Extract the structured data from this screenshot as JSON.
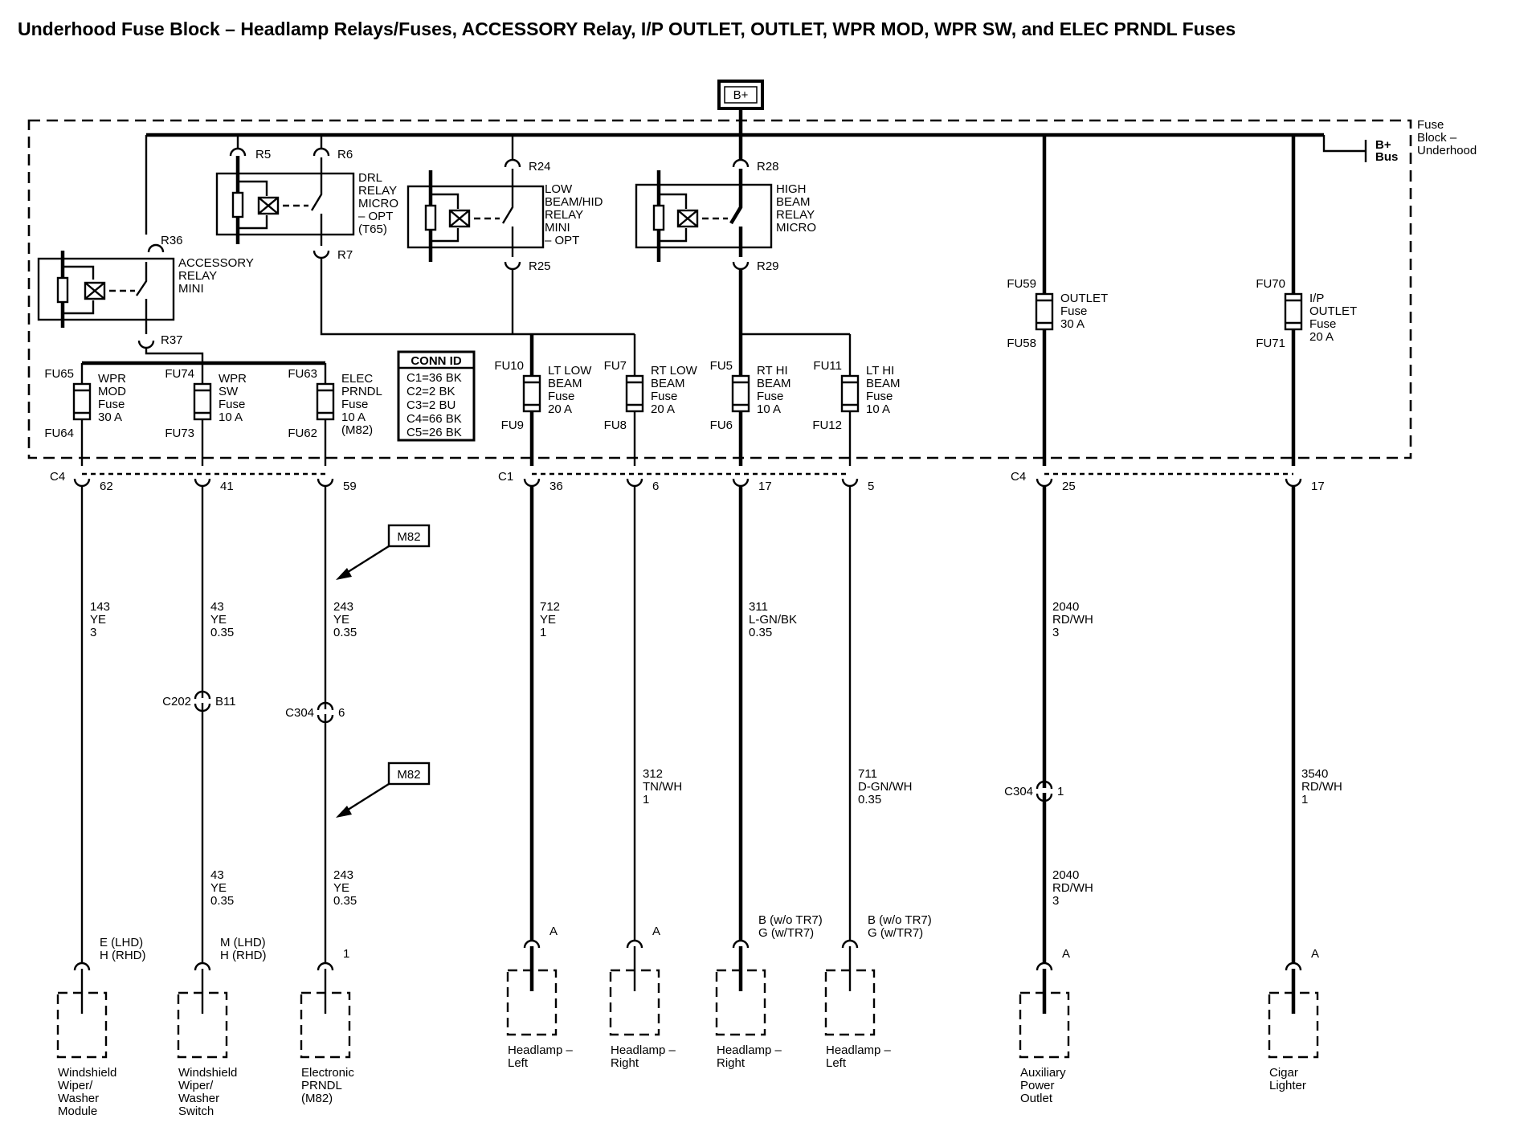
{
  "title": "Underhood Fuse Block – Headlamp Relays/Fuses, ACCESSORY Relay, I/P OUTLET, OUTLET, WPR MOD, WPR SW, and ELEC PRNDL Fuses",
  "source": "B+",
  "fuse_block_label": [
    "Fuse",
    "Block –",
    "Underhood"
  ],
  "bus_label": [
    "B+",
    "Bus"
  ],
  "relays": {
    "accessory": {
      "lines": [
        "ACCESSORY",
        "RELAY",
        "MINI"
      ],
      "pin_in": "R36",
      "pin_out": "R37"
    },
    "drl": {
      "lines": [
        "DRL",
        "RELAY",
        "MICRO",
        "– OPT",
        "(T65)"
      ],
      "pin_a": "R5",
      "pin_b": "R6",
      "pin_out": "R7"
    },
    "low_beam": {
      "lines": [
        "LOW",
        "BEAM/HID",
        "RELAY",
        "MINI",
        "– OPT"
      ],
      "pin_in": "R24",
      "pin_out": "R25"
    },
    "high_beam": {
      "lines": [
        "HIGH",
        "BEAM",
        "RELAY",
        "MICRO"
      ],
      "pin_in": "R28",
      "pin_out": "R29"
    }
  },
  "conn_id": {
    "header": "CONN ID",
    "lines": [
      "C1=36 BK",
      "C2=2 BK",
      "C3=2 BU",
      "C4=66 BK",
      "C5=26 BK"
    ]
  },
  "fuses": [
    {
      "top": "FU65",
      "bottom": "FU64",
      "lines": [
        "WPR",
        "MOD",
        "Fuse",
        "30 A"
      ]
    },
    {
      "top": "FU74",
      "bottom": "FU73",
      "lines": [
        "WPR",
        "SW",
        "Fuse",
        "10 A"
      ]
    },
    {
      "top": "FU63",
      "bottom": "FU62",
      "lines": [
        "ELEC",
        "PRNDL",
        "Fuse",
        "10 A",
        "(M82)"
      ]
    },
    {
      "top": "FU10",
      "bottom": "FU9",
      "lines": [
        "LT LOW",
        "BEAM",
        "Fuse",
        "20 A"
      ]
    },
    {
      "top": "FU7",
      "bottom": "FU8",
      "lines": [
        "RT LOW",
        "BEAM",
        "Fuse",
        "20 A"
      ]
    },
    {
      "top": "FU5",
      "bottom": "FU6",
      "lines": [
        "RT HI",
        "BEAM",
        "Fuse",
        "10 A"
      ]
    },
    {
      "top": "FU11",
      "bottom": "FU12",
      "lines": [
        "LT HI",
        "BEAM",
        "Fuse",
        "10 A"
      ]
    },
    {
      "top": "FU59",
      "bottom": "FU58",
      "lines": [
        "OUTLET",
        "Fuse",
        "30 A"
      ]
    },
    {
      "top": "FU70",
      "bottom": "FU71",
      "lines": [
        "I/P",
        "OUTLET",
        "Fuse",
        "20 A"
      ]
    }
  ],
  "connectors": {
    "c4a": {
      "name": "C4",
      "pins": [
        "62",
        "41",
        "59"
      ]
    },
    "c1": {
      "name": "C1",
      "pins": [
        "36",
        "6",
        "17",
        "5"
      ]
    },
    "c4b": {
      "name": "C4",
      "pins": [
        "25",
        "17"
      ]
    }
  },
  "option_tag": "M82",
  "wires": [
    {
      "lines": [
        "143",
        "YE",
        "3"
      ]
    },
    {
      "lines": [
        "43",
        "YE",
        "0.35"
      ]
    },
    {
      "lines": [
        "243",
        "YE",
        "0.35"
      ]
    },
    {
      "lines": [
        "712",
        "YE",
        "1"
      ]
    },
    {
      "lines": [
        "312",
        "TN/WH",
        "1"
      ]
    },
    {
      "lines": [
        "311",
        "L-GN/BK",
        "0.35"
      ]
    },
    {
      "lines": [
        "711",
        "D-GN/WH",
        "0.35"
      ]
    },
    {
      "lines": [
        "2040",
        "RD/WH",
        "3"
      ]
    },
    {
      "lines": [
        "3540",
        "RD/WH",
        "1"
      ]
    }
  ],
  "wires_lower": [
    {
      "lines": [
        "43",
        "YE",
        "0.35"
      ]
    },
    {
      "lines": [
        "243",
        "YE",
        "0.35"
      ]
    },
    {
      "lines": [
        "2040",
        "RD/WH",
        "3"
      ]
    }
  ],
  "inline": {
    "c202": {
      "name": "C202",
      "pin": "B11"
    },
    "c304a": {
      "name": "C304",
      "pin": "6"
    },
    "c304b": {
      "name": "C304",
      "pin": "1"
    }
  },
  "load_pins": [
    {
      "lines": [
        "E (LHD)",
        "H (RHD)"
      ]
    },
    {
      "lines": [
        "M (LHD)",
        "H (RHD)"
      ]
    },
    {
      "lines": [
        "1"
      ]
    },
    {
      "lines": [
        "A"
      ]
    },
    {
      "lines": [
        "A"
      ]
    },
    {
      "lines": [
        "B (w/o TR7)",
        "G (w/TR7)"
      ]
    },
    {
      "lines": [
        "B (w/o TR7)",
        "G (w/TR7)"
      ]
    },
    {
      "lines": [
        "A"
      ]
    },
    {
      "lines": [
        "A"
      ]
    }
  ],
  "loads": [
    {
      "lines": [
        "Windshield",
        "Wiper/",
        "Washer",
        "Module"
      ]
    },
    {
      "lines": [
        "Windshield",
        "Wiper/",
        "Washer",
        "Switch"
      ]
    },
    {
      "lines": [
        "Electronic",
        "PRNDL",
        "(M82)"
      ]
    },
    {
      "lines": [
        "Headlamp –",
        "Left"
      ]
    },
    {
      "lines": [
        "Headlamp –",
        "Right"
      ]
    },
    {
      "lines": [
        "Headlamp –",
        "Right"
      ]
    },
    {
      "lines": [
        "Headlamp –",
        "Left"
      ]
    },
    {
      "lines": [
        "Auxiliary",
        "Power",
        "Outlet"
      ]
    },
    {
      "lines": [
        "Cigar",
        "Lighter"
      ]
    }
  ]
}
